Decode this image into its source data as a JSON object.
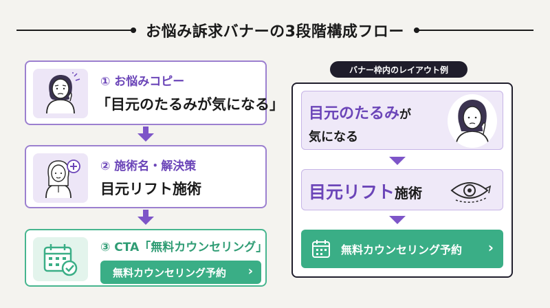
{
  "title": "お悩み訴求バナーの3段階構成フロー",
  "steps": [
    {
      "label": "① お悩みコピー",
      "main": "「目元のたるみが気になる」",
      "icon": "worried-woman-icon"
    },
    {
      "label": "② 施術名・解決策",
      "main": "目元リフト施術",
      "icon": "woman-plus-icon"
    },
    {
      "label": "③ CTA「無料カウンセリング」",
      "button": "無料カウンセリング予約",
      "chevron": "›",
      "icon": "calendar-check-icon"
    }
  ],
  "example": {
    "badge": "バナー枠内のレイアウト例",
    "pane1": {
      "accent": "目元のたるみ",
      "rest": "が",
      "line2": "気になる"
    },
    "pane2": {
      "accent": "目元リフト",
      "rest": "施術"
    },
    "cta": "無料カウンセリング予約",
    "chevron": "›"
  },
  "colors": {
    "purple": "#6b45b8",
    "purple_border": "#9b7fcf",
    "green": "#3aae86",
    "dark": "#1f1d2b"
  }
}
